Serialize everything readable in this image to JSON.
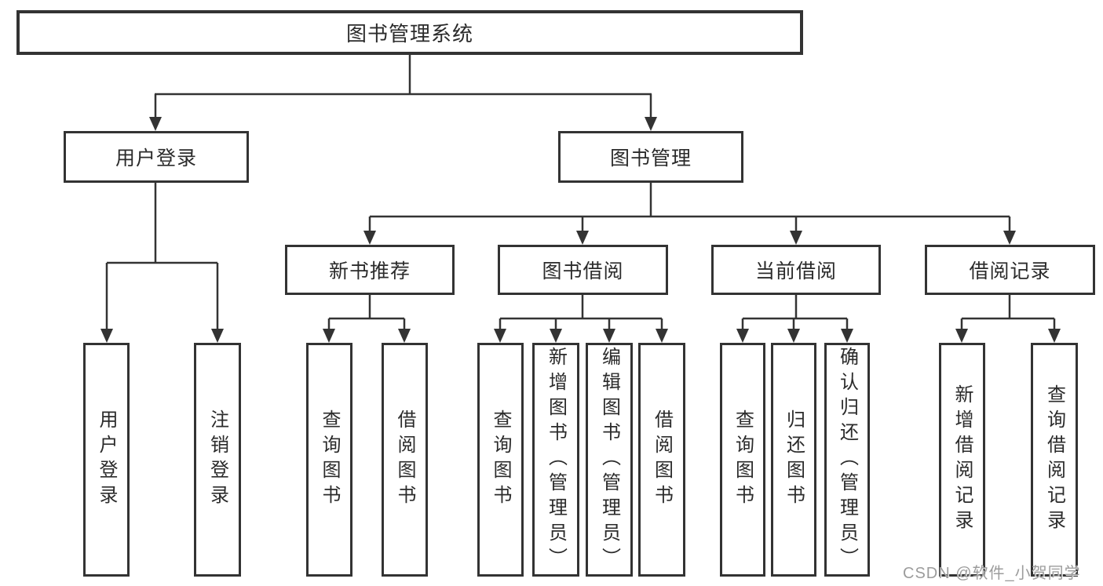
{
  "diagram_title": "图书管理系统",
  "tree": {
    "label": "图书管理系统",
    "children": [
      {
        "label": "用户登录",
        "children": [
          {
            "label": "用户登录"
          },
          {
            "label": "注销登录"
          }
        ]
      },
      {
        "label": "图书管理",
        "children": [
          {
            "label": "新书推荐",
            "children": [
              {
                "label": "查询图书"
              },
              {
                "label": "借阅图书"
              }
            ]
          },
          {
            "label": "图书借阅",
            "children": [
              {
                "label": "查询图书"
              },
              {
                "label": "新增图书（管理员）"
              },
              {
                "label": "编辑图书（管理员）"
              },
              {
                "label": "借阅图书"
              }
            ]
          },
          {
            "label": "当前借阅",
            "children": [
              {
                "label": "查询图书"
              },
              {
                "label": "归还图书"
              },
              {
                "label": "确认归还（管理员）"
              }
            ]
          },
          {
            "label": "借阅记录",
            "children": [
              {
                "label": "新增借阅记录"
              },
              {
                "label": "查询借阅记录"
              }
            ]
          }
        ]
      }
    ]
  },
  "watermark": {
    "text": "CSDN @软件_小贺同学"
  },
  "colors": {
    "line": "#333333",
    "box_border": "#333333",
    "box_background": "#ffffff",
    "text": "#2b2b2b",
    "watermark": "#9c9c9c",
    "page_background": "#ffffff"
  }
}
